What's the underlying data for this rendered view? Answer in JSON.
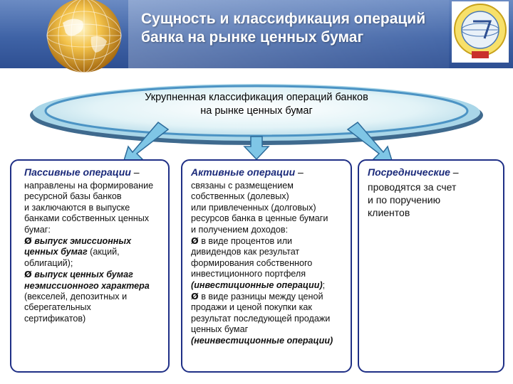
{
  "header": {
    "title_line1": "Сущность и классификация операций",
    "title_line2": "банка на рынке ценных бумаг"
  },
  "ellipse": {
    "line1": "Укрупненная классификация операций банков",
    "line2": "на рынке ценных бумаг"
  },
  "passive": {
    "title": "Пассивные операции",
    "dash": " –",
    "lines": [
      "направлены на формирование",
      "ресурсной базы банков",
      "и заключаются в выпуске",
      "банками собственных ценных",
      "бумаг:"
    ],
    "bullet": "Ø",
    "b1_bold1": " выпуск эмиссионных",
    "b1_bold2": "ценных бумаг",
    "b1_rest1": " (акций,",
    "b1_rest2": "облигаций);",
    "b2_bold1": " выпуск ценных бумаг",
    "b2_bold2": "неэмиссионного характера",
    "b2_rest1": "(векселей, депозитных и",
    "b2_rest2": "сберегательных",
    "b2_rest3": "сертификатов)"
  },
  "active": {
    "title": "Активные операции",
    "dash": " –",
    "lines": [
      "связаны с размещением",
      "собственных (долевых)",
      "или привлеченных (долговых)",
      "ресурсов банка в ценные бумаги",
      "и получением доходов:"
    ],
    "bullet": "Ø",
    "b1_l1": " в виде процентов или",
    "b1_l2": "дивидендов как результат",
    "b1_l3": "формирования собственного",
    "b1_l4": "инвестиционного портфеля",
    "b1_bold": "(инвестиционные операции)",
    "b1_end": ";",
    "b2_l1": " в виде разницы между ценой",
    "b2_l2": "продажи и ценой покупки как",
    "b2_l3": "результат последующей продажи",
    "b2_l4": "ценных бумаг",
    "b2_bold": "(неинвестиционные операции)"
  },
  "broker": {
    "title": "Посреднические",
    "dash": " –",
    "lines": [
      "проводятся за счет",
      "и по поручению",
      "клиентов"
    ]
  },
  "colors": {
    "header_blue": "#3f63a6",
    "box_border": "#1f2f86",
    "ellipse_fill": "#dff1f5",
    "ellipse_ring": "#5fa3cc",
    "arrow_fill": "#7fc6e6",
    "title_blue": "#1b2a7a"
  }
}
